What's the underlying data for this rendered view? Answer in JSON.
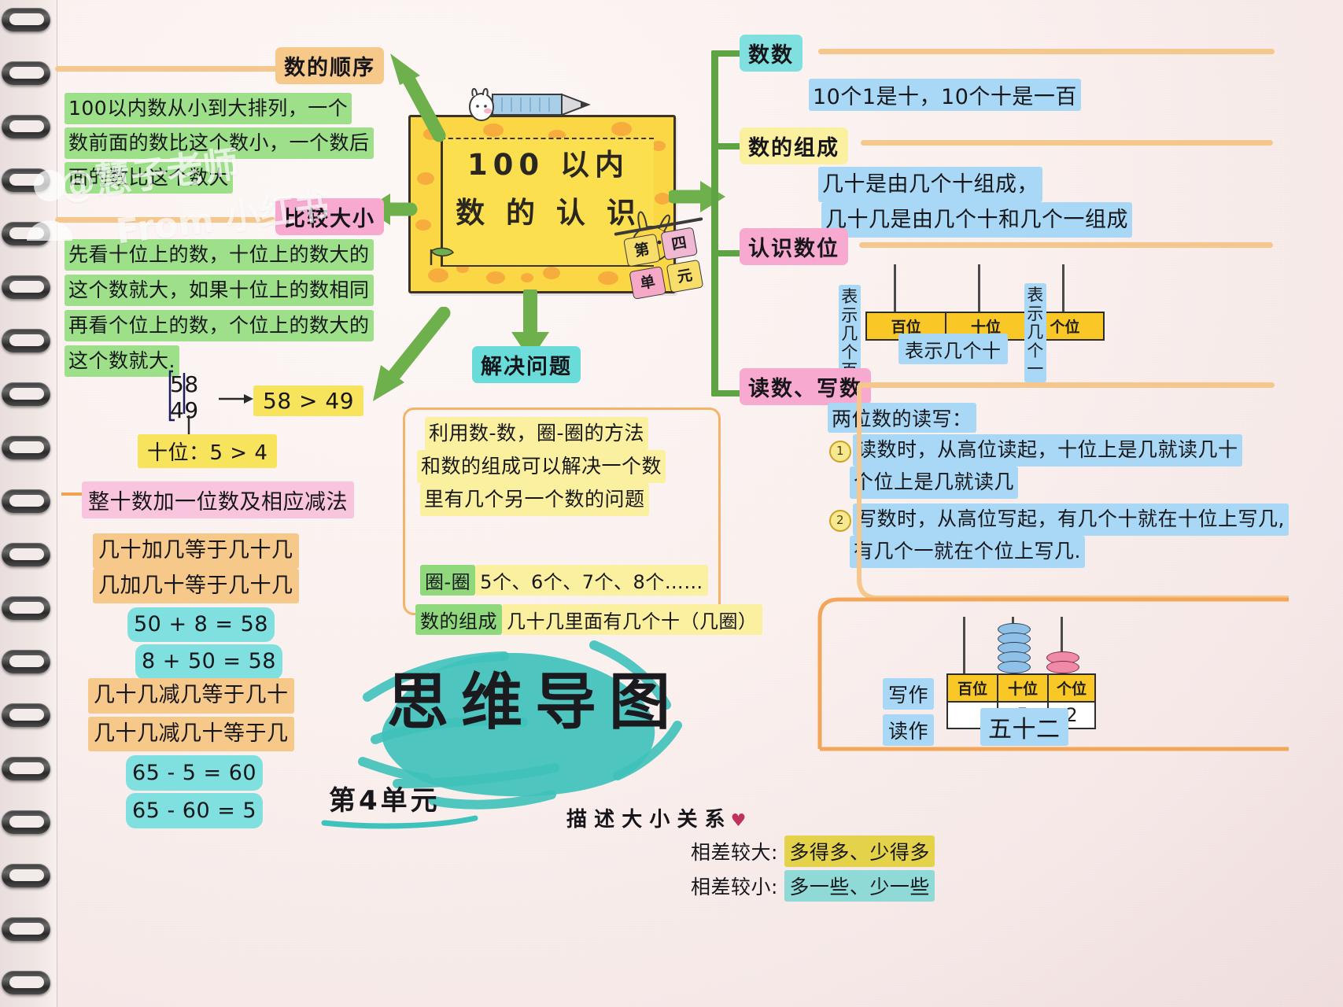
{
  "watermark": {
    "handle": "@慧子老师",
    "source": "From 小红书"
  },
  "center": {
    "title_line1": "100 以内",
    "title_line2": "数 的 认 识",
    "sticker_chars": [
      "第",
      "四",
      "单",
      "元"
    ]
  },
  "left_branches": [
    {
      "id": "order",
      "chip": "数的顺序",
      "lines": [
        "100以内数从小到大排列，一个",
        "数前面的数比这个数小，一个数后",
        "面的数比这个数大"
      ]
    },
    {
      "id": "compare",
      "chip": "比较大小",
      "lines": [
        "先看十位上的数，十位上的数大的",
        "这个数就大，如果十位上的数相同",
        "再看个位上的数，个位上的数大的",
        "这个数就大."
      ],
      "example_stack": [
        "58",
        "49"
      ],
      "example_result": "58 > 49",
      "example_note": "十位：5 > 4"
    },
    {
      "id": "addsub",
      "chip": "整十数加一位数及相应减法",
      "rules_add": [
        "几十加几等于几十几",
        "几加几十等于几十几"
      ],
      "examples_add": [
        "50 + 8 = 58",
        "8 + 50 = 58"
      ],
      "rules_sub": [
        "几十几减几等于几十",
        "几十几减几十等于几"
      ],
      "examples_sub": [
        "65 - 5 = 60",
        "65 - 60 = 5"
      ]
    }
  ],
  "center_bottom": {
    "chip": "解决问题",
    "box_lines": [
      "利用数-数，圈-圈的方法",
      "和数的组成可以解决一个数",
      "里有几个另一个数的问题"
    ],
    "tag1_label": "圈-圈",
    "tag1_value": "5个、6个、7个、8个……",
    "tag2_label": "数的组成",
    "tag2_value": "几十几里面有几个十（几圈）"
  },
  "right_branches": [
    {
      "id": "counting",
      "chip": "数数",
      "lines": [
        "10个1是十，10个十是一百"
      ]
    },
    {
      "id": "composition",
      "chip": "数的组成",
      "lines": [
        "几十是由几个十组成，",
        "几十几是由几个十和几个一组成"
      ]
    },
    {
      "id": "places",
      "chip": "认识数位",
      "left_label": "表示几个百",
      "right_label": "表示几个一",
      "bottom_label": "表示几个十",
      "table_headers": [
        "百位",
        "十位",
        "个位"
      ]
    },
    {
      "id": "readwrite",
      "chip": "读数、写数",
      "heading": "两位数的读写：",
      "items": [
        {
          "num": "1",
          "lines": [
            "读数时，从高位读起，十位上是几就读几十",
            "个位上是几就读几"
          ]
        },
        {
          "num": "2",
          "lines": [
            "写数时，从高位写起，有几个十就在十位上写几,",
            "有几个一就在个位上写几."
          ]
        }
      ]
    }
  ],
  "abacus_demo": {
    "headers": [
      "百位",
      "十位",
      "个位"
    ],
    "values": [
      "",
      "5",
      "2"
    ],
    "beads": {
      "hundreds": 0,
      "tens": 5,
      "ones": 2
    },
    "write_label": "写作",
    "read_label": "读作",
    "write_value": "52",
    "read_value": "五十二"
  },
  "bottom": {
    "brush_title": "思维导图",
    "unit_label": "第4单元",
    "relation_title_chars": [
      "描",
      "述",
      "大",
      "小",
      "关",
      "系"
    ],
    "relation_title_heart": "♥",
    "relation_lines": [
      {
        "label": "相差较大:",
        "value": "多得多、少得多"
      },
      {
        "label": "相差较小:",
        "value": "多一些、少一些"
      }
    ]
  },
  "colors": {
    "green_hl": "#9ee08a",
    "yellow_hl": "#f8e35c",
    "orange_hl": "#f6c98a",
    "pink_hl": "#f7a9cf",
    "blue_hl": "#a8d8f5",
    "cyan_hl": "#7fe0df",
    "card_yellow": "#fbd745",
    "branch_green": "#5fa444",
    "rule_orange": "#f6c78d"
  }
}
